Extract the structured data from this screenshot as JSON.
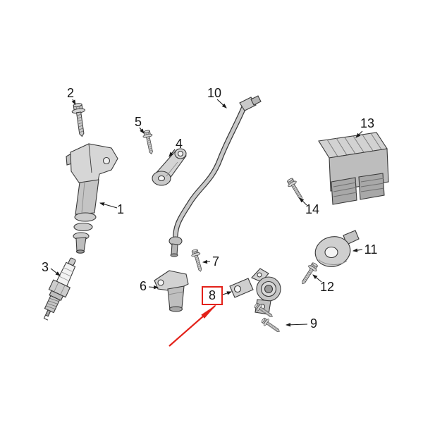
{
  "diagram": {
    "background": "#ffffff",
    "highlighted_part_number": "8",
    "colors": {
      "highlight_red": "#e32119",
      "leader_black": "#1a1a1a",
      "ink": "#3a3a3a"
    },
    "labels": {
      "n1": "1",
      "n2": "2",
      "n3": "3",
      "n4": "4",
      "n5": "5",
      "n6": "6",
      "n7": "7",
      "n8": "8",
      "n9": "9",
      "n10": "10",
      "n11": "11",
      "n12": "12",
      "n13": "13",
      "n14": "14"
    }
  }
}
